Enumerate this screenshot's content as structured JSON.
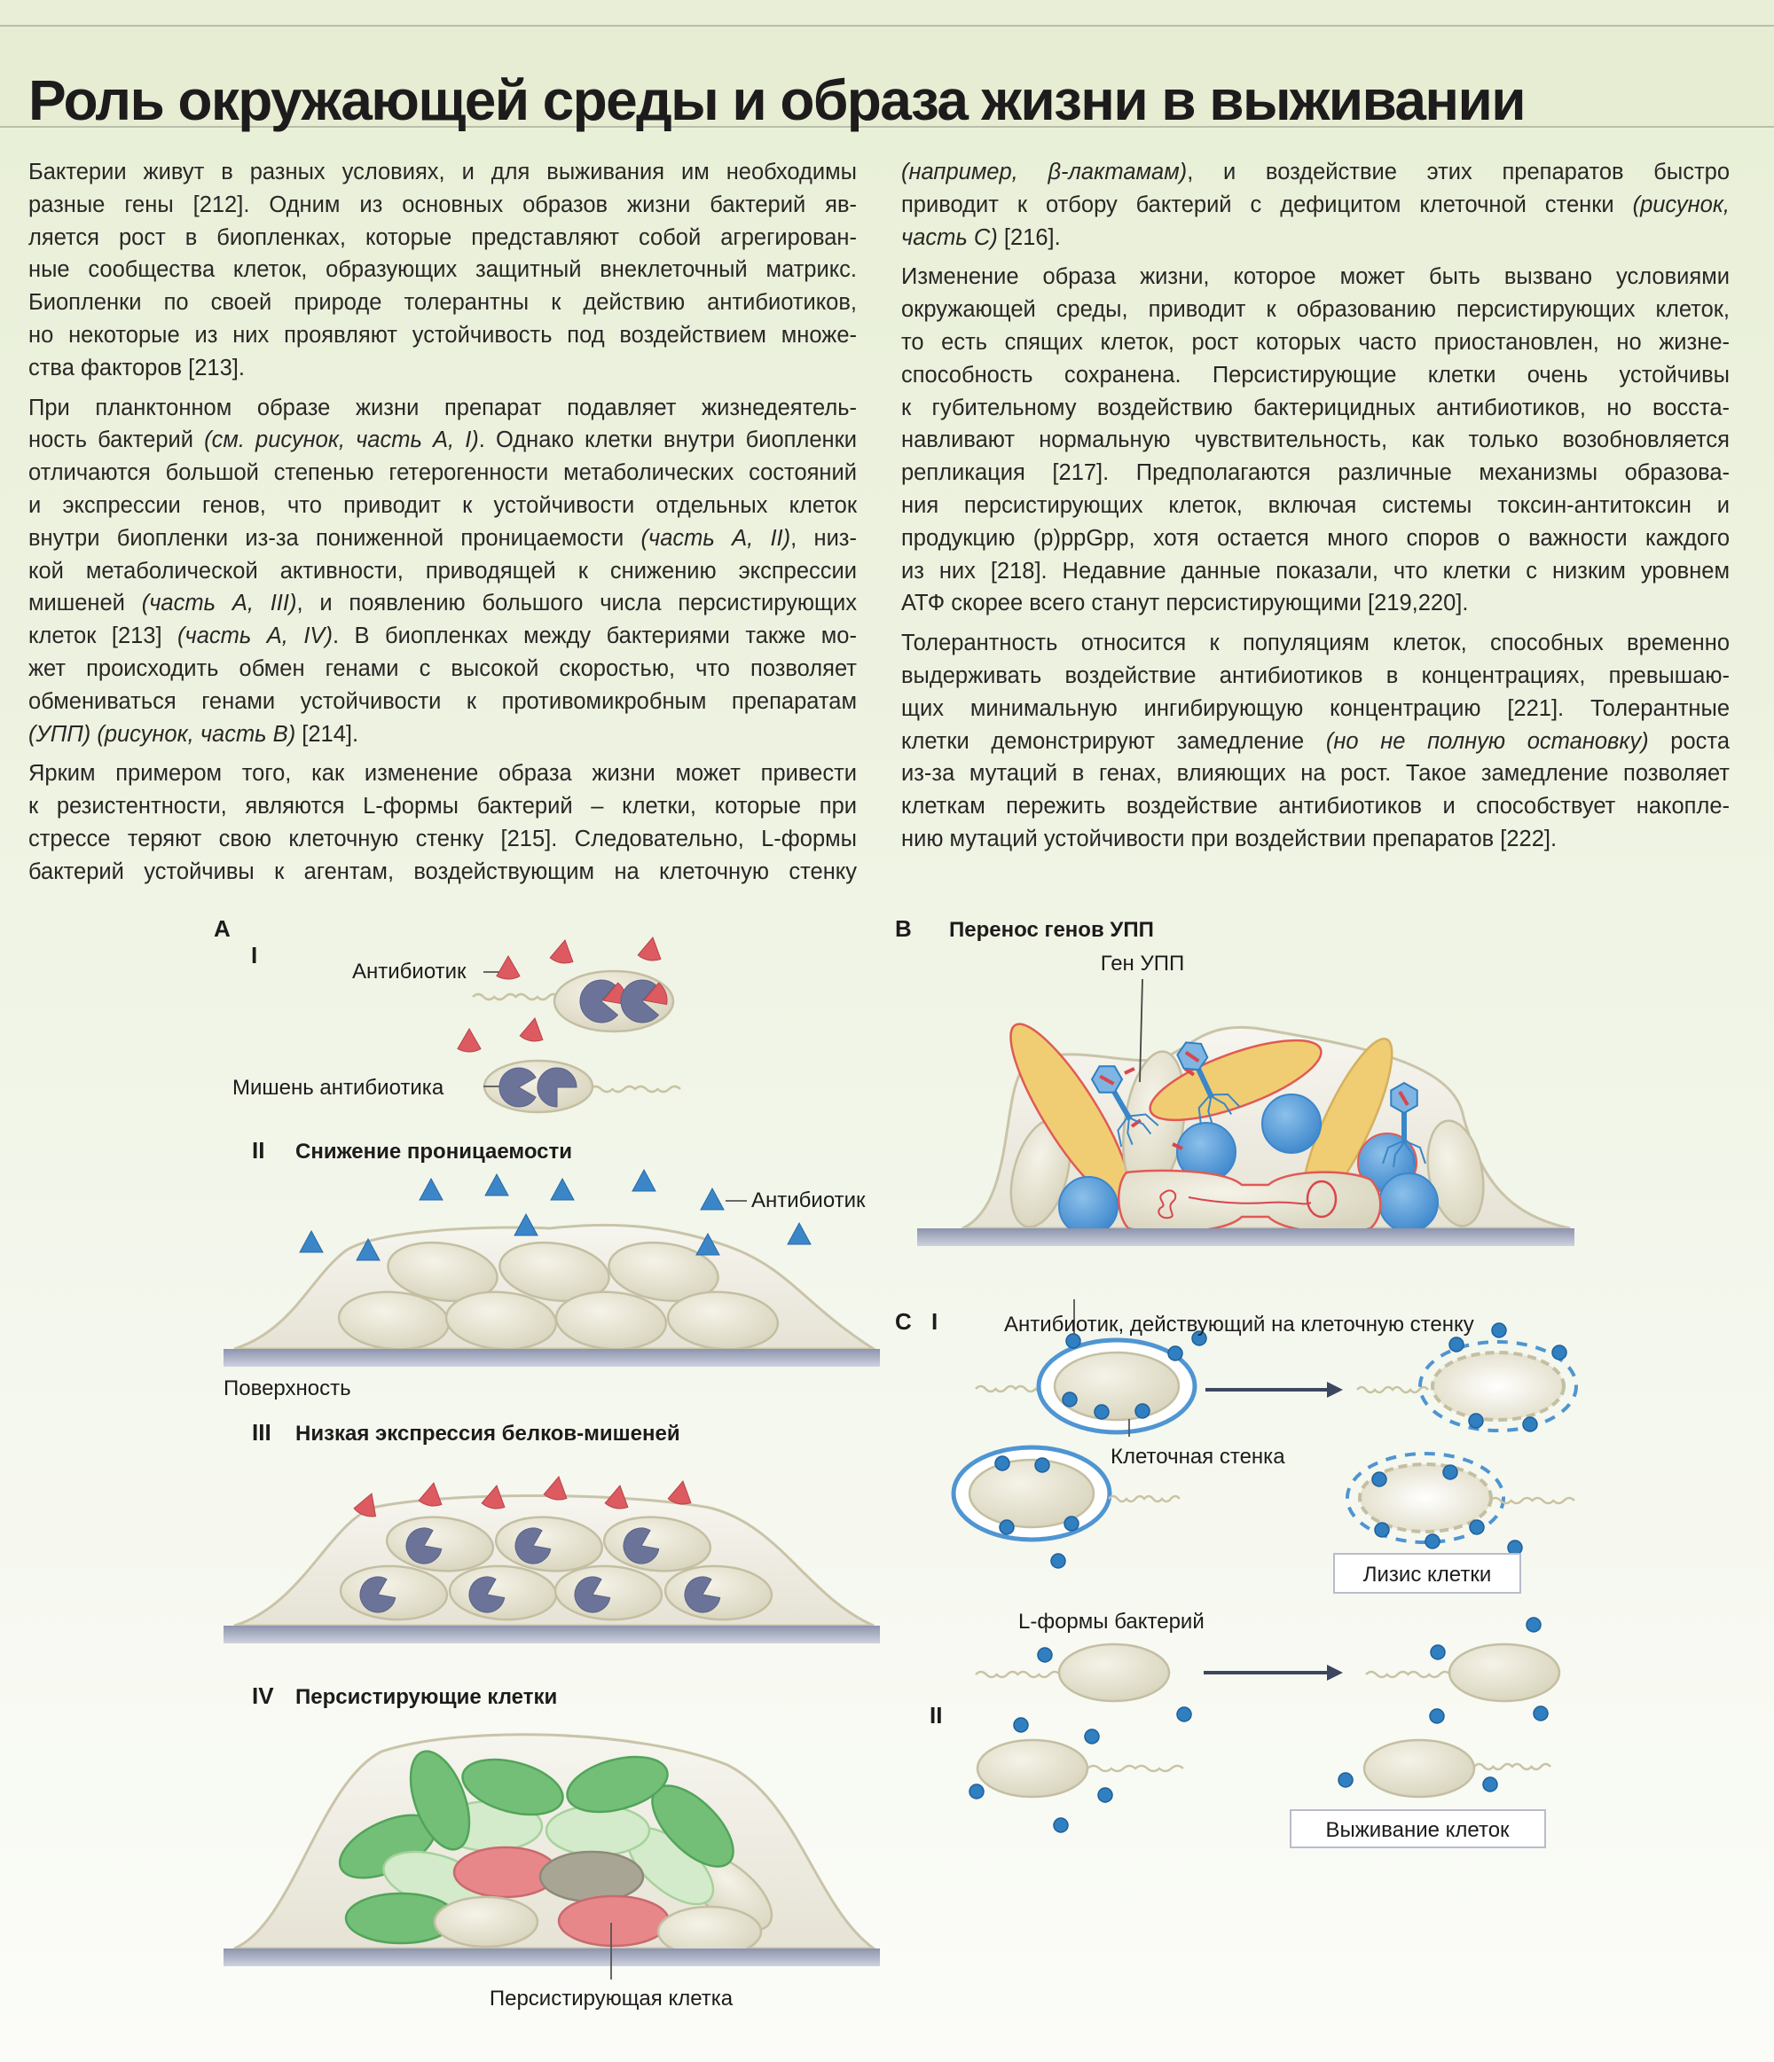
{
  "title": "Роль окружающей среды и образа жизни в выживании",
  "text": {
    "left": [
      [
        "Бактерии живут в разных условиях, и для выживания им необходимы",
        "разные гены [212]. Одним из основных образов жизни бактерий яв-",
        "ляется рост в биопленках, которые представляют собой агрегирован-",
        "ные сообщества клеток, образующих защитный внеклеточный матрикс.",
        "Биопленки по своей природе толерантны к действию антибиотиков,",
        "но некоторые из них проявляют устойчивость под воздействием множе-",
        "ства факторов [213]."
      ],
      [
        "При планктонном образе жизни препарат подавляет жизнедеятель-",
        [
          {
            "t": "ность бактерий "
          },
          {
            "t": "(см. рисунок, часть A, I)",
            "i": true
          },
          {
            "t": ". Однако клетки внутри биопленки"
          }
        ],
        "отличаются большой степенью гетерогенности метаболических состояний",
        "и экспрессии генов, что приводит к устойчивости отдельных клеток",
        [
          {
            "t": "внутри биопленки из-за пониженной проницаемости "
          },
          {
            "t": "(часть A, II)",
            "i": true
          },
          {
            "t": ", низ-"
          }
        ],
        "кой метаболической активности, приводящей к снижению экспрессии",
        [
          {
            "t": "мишеней "
          },
          {
            "t": "(часть A, III)",
            "i": true
          },
          {
            "t": ", и появлению большого числа персистирующих"
          }
        ],
        [
          {
            "t": "клеток [213] "
          },
          {
            "t": "(часть A, IV)",
            "i": true
          },
          {
            "t": ". В биопленках между бактериями также мо-"
          }
        ],
        "жет происходить обмен генами с высокой скоростью, что позволяет",
        "обмениваться генами устойчивости к противомикробным препаратам",
        [
          {
            "t": "(УПП) (рисунок, часть B)",
            "i": true
          },
          {
            "t": " [214]."
          }
        ]
      ],
      [
        "Ярким примером того, как изменение образа жизни может привести",
        "к резистентности, являются L-формы бактерий – клетки, которые при",
        "стрессе теряют свою клеточную стенку [215]. Следовательно, L-формы",
        "бактерий устойчивы к агентам, воздействующим на клеточную стенку "
      ]
    ],
    "right": [
      [
        [
          {
            "t": "(например, β-лактамам)",
            "i": true
          },
          {
            "t": ", и воздействие этих препаратов быстро"
          }
        ],
        [
          {
            "t": "приводит к отбору бактерий с дефицитом клеточной стенки "
          },
          {
            "t": "(рисунок,",
            "i": true
          }
        ],
        [
          {
            "t": "часть C)",
            "i": true
          },
          {
            "t": " [216]."
          }
        ]
      ],
      [
        "Изменение образа жизни, которое может быть вызвано условиями",
        "окружающей среды, приводит к образованию персистирующих клеток,",
        "то есть спящих клеток, рост которых часто приостановлен, но жизне-",
        "способность сохранена. Персистирующие клетки очень устойчивы",
        "к губительному воздействию бактерицидных антибиотиков, но восста-",
        "навливают нормальную чувствительность, как только возобновляется",
        "репликация [217]. Предполагаются различные механизмы образова-",
        "ния персистирующих клеток, включая системы токсин-антитоксин и",
        "продукцию (p)ppGpp, хотя остается много споров о важности каждого",
        "из них [218]. Недавние данные показали, что клетки с низким уровнем",
        "АТФ скорее всего станут персистирующими [219,220]."
      ],
      [
        "Толерантность относится к популяциям клеток, способных временно",
        "выдерживать воздействие антибиотиков в концентрациях, превышаю-",
        "щих минимальную ингибирующую концентрацию [221]. Толерантные",
        [
          {
            "t": "клетки демонстрируют замедление "
          },
          {
            "t": "(но не полную остановку)",
            "i": true
          },
          {
            "t": " роста"
          }
        ],
        "из-за мутаций в генах, влияющих на рост. Такое замедление позволяет",
        "клеткам пережить воздействие антибиотиков и способствует накопле-",
        "нию мутаций устойчивости при воздействии препаратов [222]."
      ]
    ]
  },
  "figure": {
    "A": {
      "letter": "A",
      "I": {
        "num": "I",
        "antibiotic": "Антибиотик",
        "target": "Мишень антибиотика"
      },
      "II": {
        "num": "II",
        "title": "Снижение проницаемости",
        "antibiotic": "Антибиотик",
        "surface": "Поверхность"
      },
      "III": {
        "num": "III",
        "title": "Низкая экспрессия белков-мишеней"
      },
      "IV": {
        "num": "IV",
        "title": "Персистирующие клетки",
        "persister": "Персистирующая клетка"
      }
    },
    "B": {
      "letter": "B",
      "title": "Перенос генов УПП",
      "gene": "Ген УПП"
    },
    "C": {
      "letter": "C",
      "I": {
        "num": "I",
        "antibiotic": "Антибиотик, действующий на клеточную стенку",
        "wall": "Клеточная стенка",
        "result": "Лизис клетки"
      },
      "II": {
        "num": "II",
        "lforms": "L-формы бактерий",
        "result": "Выживание клеток"
      }
    }
  },
  "colors": {
    "antibiotic_red": "#d9545a",
    "antibiotic_blue": "#2f7fc1",
    "target": "#6b7498",
    "persister_pink": "#e8878a",
    "green": "#6dbb73",
    "yellow": "#efc96b"
  }
}
